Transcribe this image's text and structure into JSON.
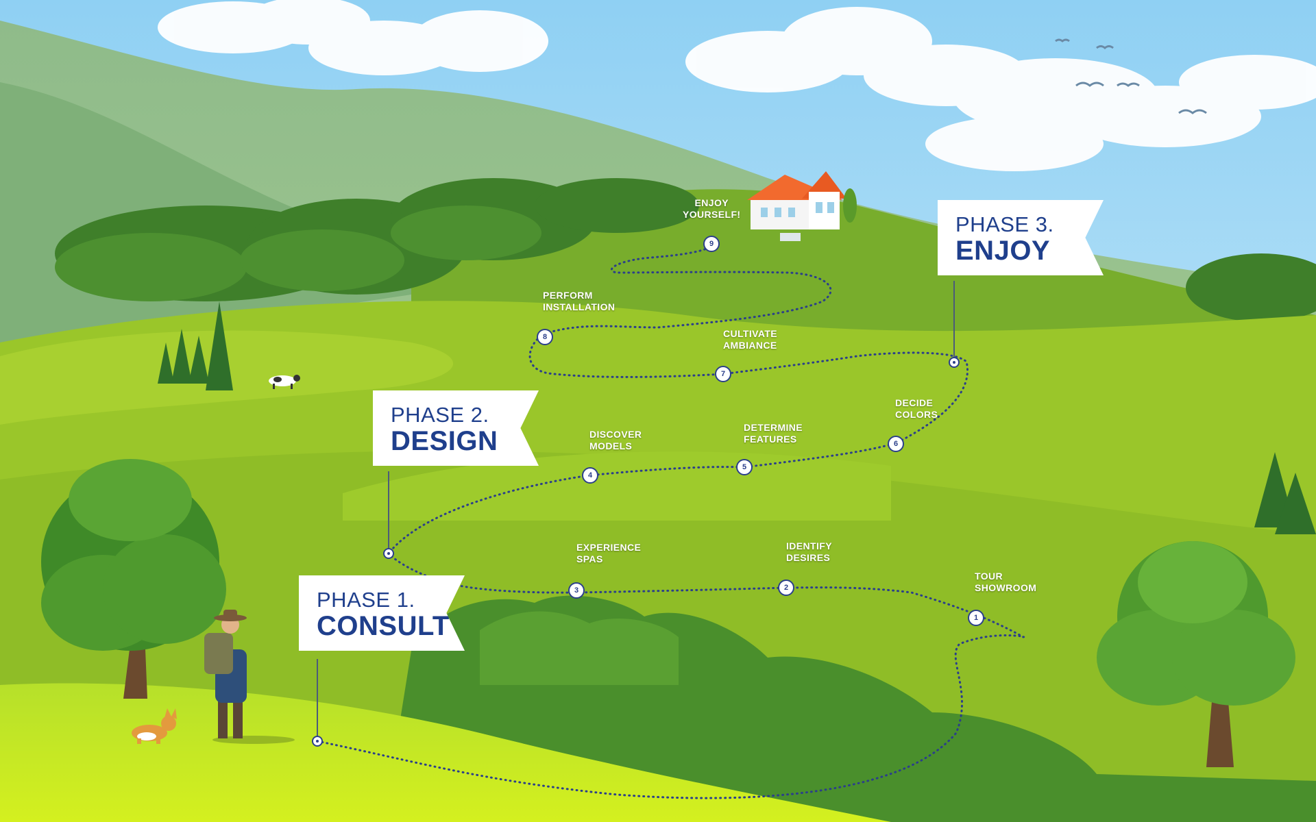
{
  "phases": [
    {
      "phase": "PHASE 1.",
      "title": "CONSULT"
    },
    {
      "phase": "PHASE 2.",
      "title": "DESIGN"
    },
    {
      "phase": "PHASE 3.",
      "title": "ENJOY"
    }
  ],
  "steps": [
    {
      "number": "1",
      "label": "TOUR\nSHOWROOM"
    },
    {
      "number": "2",
      "label": "IDENTIFY\nDESIRES"
    },
    {
      "number": "3",
      "label": "EXPERIENCE\nSPAS"
    },
    {
      "number": "4",
      "label": "DISCOVER\nMODELS"
    },
    {
      "number": "5",
      "label": "DETERMINE\nFEATURES"
    },
    {
      "number": "6",
      "label": "DECIDE\nCOLORS"
    },
    {
      "number": "7",
      "label": "CULTIVATE\nAMBIANCE"
    },
    {
      "number": "8",
      "label": "PERFORM\nINSTALLATION"
    },
    {
      "number": "9",
      "label": "ENJOY\nYOURSELF!"
    }
  ],
  "colors": {
    "banner_text": "#1f3f8c",
    "path_dots": "#2b3f8a",
    "sky": "#bfe3f7",
    "grass_light": "#c6ea2a",
    "grass_mid": "#8fbf2a",
    "grass_dark": "#5f9a25",
    "roof": "#f26a2e"
  },
  "icons": [
    "hiker-icon",
    "corgi-icon",
    "house-icon",
    "cow-icon",
    "bird-icon",
    "tree-icon"
  ]
}
